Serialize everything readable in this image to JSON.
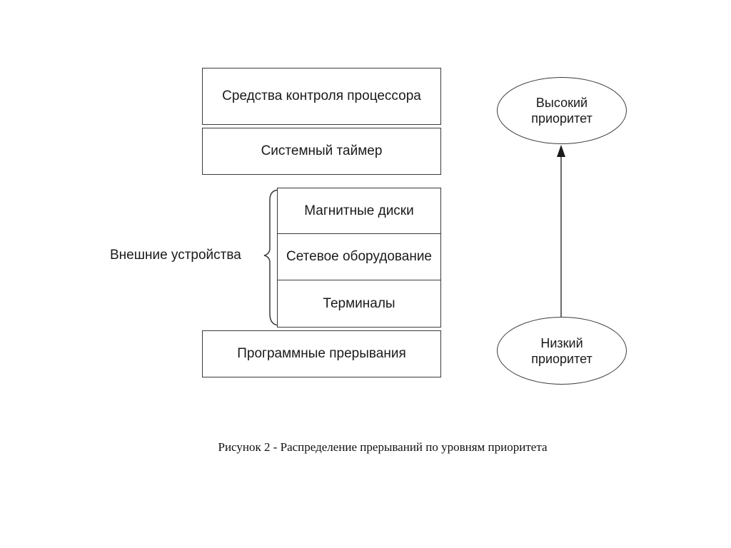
{
  "diagram": {
    "levels": {
      "cpu_control": "Средства контроля процессора",
      "system_timer": "Системный таймер",
      "magnetic_disks": "Магнитные диски",
      "network_equipment": "Сетевое оборудование",
      "terminals": "Терминалы",
      "software_interrupts": "Программные прерывания"
    },
    "group_label": "Внешние устройства",
    "high_priority": {
      "line1": "Высокий",
      "line2": "приоритет"
    },
    "low_priority": {
      "line1": "Низкий",
      "line2": "приоритет"
    },
    "caption": "Рисунок 2 - Распределение прерываний по уровням приоритета"
  }
}
